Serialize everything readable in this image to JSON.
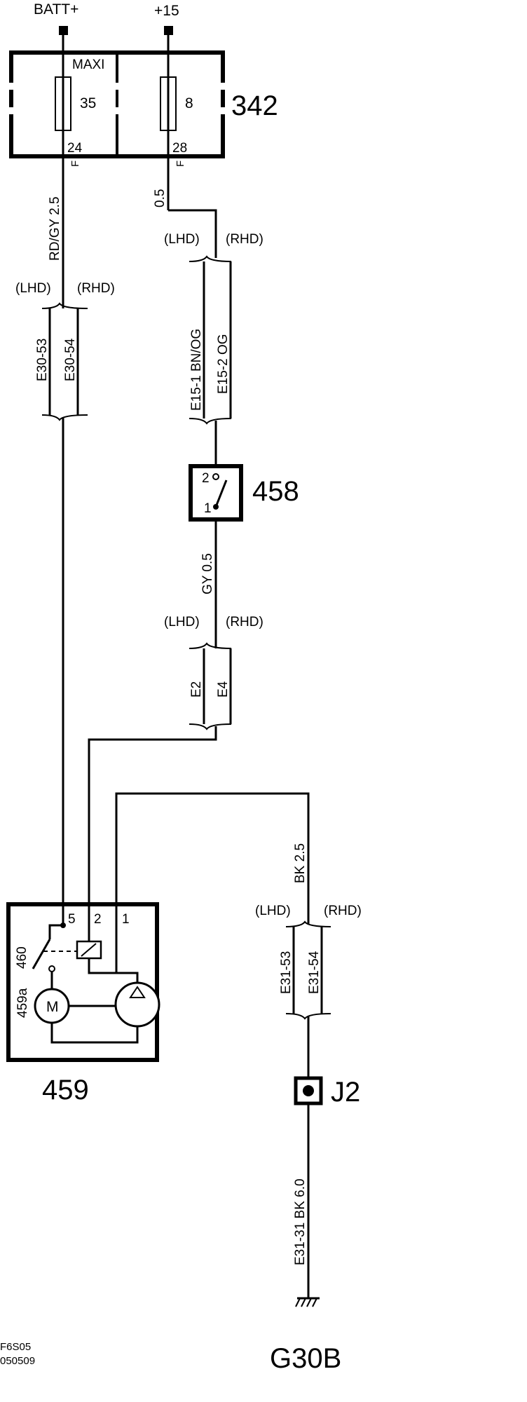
{
  "power": {
    "batt": "BATT+",
    "ign": "+15"
  },
  "fuse_box": {
    "id": "342",
    "label": "MAXI",
    "fuse_a": {
      "value": "35",
      "pin": "24",
      "mark": "F"
    },
    "fuse_b": {
      "value": "8",
      "pin": "28",
      "mark": "F"
    }
  },
  "wires": {
    "w1": "RD/GY  2.5",
    "w2": "0.5",
    "w3": "GY  0.5",
    "w4": "BK  2.5",
    "w5": "E31-31 BK  6.0"
  },
  "connectors": {
    "c1": {
      "lhd": "(LHD)",
      "rhd": "(RHD)",
      "a": "E30-53",
      "b": "E30-54"
    },
    "c2": {
      "lhd": "(LHD)",
      "rhd": "(RHD)",
      "a": "E15-1 BN/OG",
      "b": "E15-2  OG"
    },
    "c3": {
      "lhd": "(LHD)",
      "rhd": "(RHD)",
      "a": "E2",
      "b": "E4"
    },
    "c4": {
      "lhd": "(LHD)",
      "rhd": "(RHD)",
      "a": "E31-53",
      "b": "E31-54"
    }
  },
  "switch": {
    "id": "458",
    "pin_top": "2",
    "pin_bottom": "1"
  },
  "pump_unit": {
    "id": "459",
    "relay_id": "460",
    "motor_id": "459a",
    "motor_symbol": "M",
    "pin_5": "5",
    "pin_2": "2",
    "pin_1": "1"
  },
  "splice": {
    "id": "J2"
  },
  "ground": {
    "id": "G30B"
  },
  "footer": {
    "code": "F6S05",
    "date": "050509"
  }
}
